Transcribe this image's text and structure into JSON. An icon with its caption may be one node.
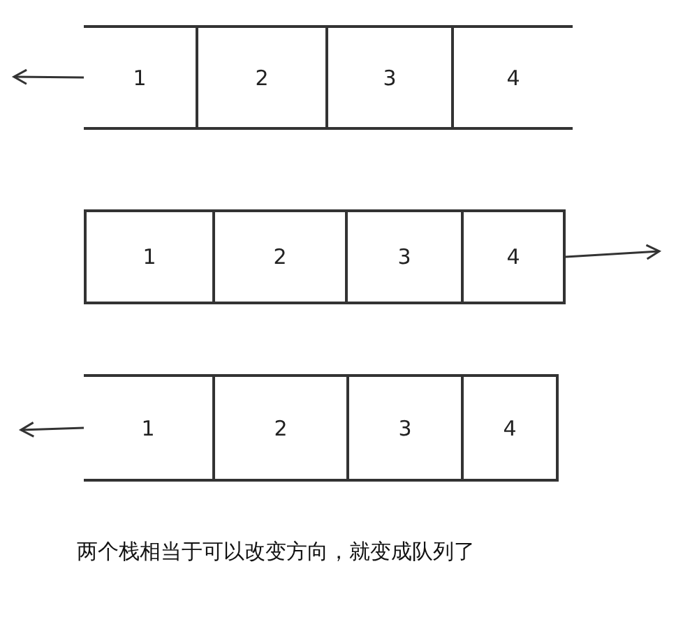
{
  "diagram": {
    "caption": "两个栈相当于可以改变方向，就变成队列了",
    "nodes": [
      {
        "text": [
          "1"
        ]
      },
      {
        "text": [
          "2"
        ]
      },
      {
        "text": [
          "3"
        ]
      },
      {
        "text": [
          "4"
        ]
      },
      {
        "text": [
          "1"
        ]
      },
      {
        "text": [
          "2"
        ]
      },
      {
        "text": [
          "3"
        ]
      },
      {
        "text": [
          "4"
        ]
      },
      {
        "text": [
          "1"
        ]
      },
      {
        "text": [
          "2"
        ]
      },
      {
        "text": [
          "3"
        ]
      },
      {
        "text": [
          "4"
        ]
      }
    ],
    "edges": [
      {
        "from": 0,
        "to": null,
        "arrow": "to"
      },
      {
        "from": 7,
        "to": null,
        "arrow": "to"
      },
      {
        "from": 8,
        "to": null,
        "arrow": "to"
      }
    ]
  }
}
